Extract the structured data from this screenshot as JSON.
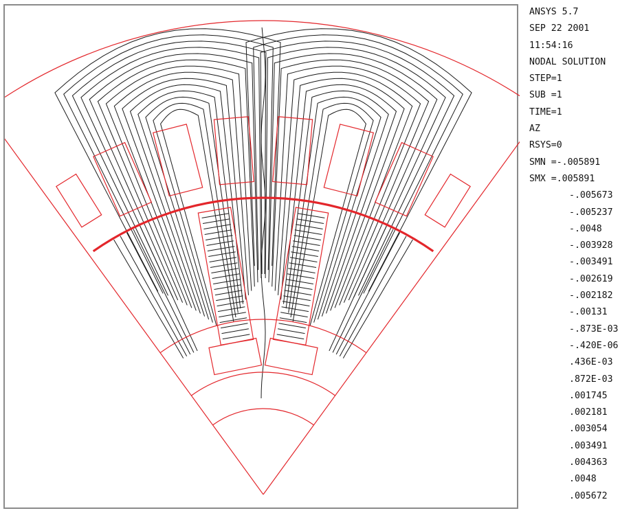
{
  "header": {
    "program": "ANSYS 5.7",
    "date": "SEP 22 2001",
    "time": "11:54:16",
    "solution_type": "NODAL SOLUTION",
    "step": "STEP=1",
    "sub": "SUB =1",
    "time_value": "TIME=1",
    "dof": "AZ",
    "rsys": "RSYS=0",
    "smn": "SMN =-.005891",
    "smx": "SMX =.005891"
  },
  "legend": {
    "values": [
      "-.005673",
      "-.005237",
      "-.0048",
      "-.003928",
      "-.003491",
      "-.002619",
      "-.002182",
      "-.00131",
      "-.873E-03",
      "-.420E-06",
      ".436E-03",
      ".872E-03",
      ".001745",
      ".002181",
      ".003054",
      ".003491",
      ".004363",
      ".0048",
      ".005672"
    ]
  },
  "colors": {
    "geometry_outline": "#e3262b",
    "contour_lines": "#1a1a1a",
    "frame": "#8a8a8a"
  }
}
